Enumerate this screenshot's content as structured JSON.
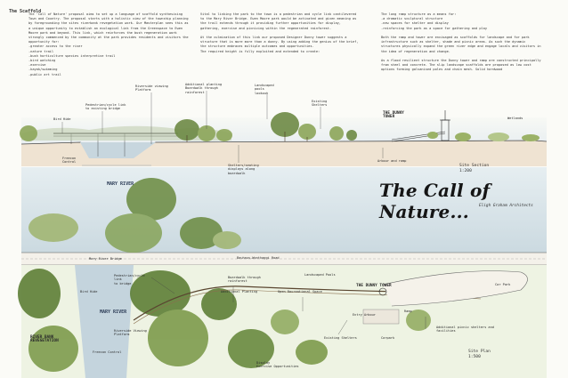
{
  "heading": "The Scaffold",
  "text": {
    "left": "The 'Call of Nature' proposal aims to set up a language of scaffold synthesising Town and Country. The proposal starts with a holistic view of the township planning by foregrounding the sites riverbank revegetation work. Our Masterplan sees this as a unique opportunity to establish an ecological link from the Greenspace to Ewen Moore park and beyond. This link, which reinforces the bush regeneration work strongly commenced by the community at the park provides residents and visitors the opportunity for:\n-greater access to the river\n-nature trail\n-bush horticulture species interpretive trail\n-bird watching\n-exercise\n-kayak/swimming\n-public art trail",
    "middle": "Vital to linking the park to the town is a pedestrian and cycle link cantilevered to the Mary River Bridge. Ewen Moore park would be activated and given meaning as the trail extends through it providing further opportunities for display, gathering, exercise and picnicing within the regenerated rainforest.\n\nAt the culmination of this link our proposed Designer Dunny tower suggests a structure that is more more than a dunny. By using adding the genius of the brief, the structure embraces multiple outcomes and opportunities.\nThe required height is fully exploited and extended to create:",
    "right": "The long ramp structure as a means for:\n-a dramatic sculptural structure\n-new spaces for shelter and display\n-reinforcing the park as a space for gathering and play\n\nBoth the ramp and tower are envisaged as scaffolds for landscape and for park infrastructure such as shelter, shade and picnic areas. As such the dynamic structures physically expand the green river edge and engage locals and visitors in the idea of regeneration and change.\n\nAs a flood resilient structure the Dunny tower and ramp are constructed principally from steel and concrete. The slip landscape scaffolds are proposed as low cost options forming galvanised poles and chain mesh. Solid hardwood"
  },
  "section_tags": {
    "bird_hide": "Bird Hide",
    "pedestrian_cycle": "Pedestrian/cycle link\nto existing bridge",
    "viewing_platform": "Riverside viewing\nPlatform",
    "additional_planting": "Additional planting\nBoardwalk through\nrainforest",
    "landscaped_pools": "Landscaped\npools\nlookout",
    "existing_shelters": "Existing\nShelters",
    "dunny_tower": "THE DUNNY\nTOWER",
    "wetlands": "Wetlands",
    "freecon_control": "Freecon\nControl",
    "shelters_seating": "Shelters/seating\ndisplays along\nboardwalk",
    "arbour_ramp": "Arbour and ramp",
    "mary_river": "MARY RIVER"
  },
  "site_section": {
    "label": "Site Section",
    "scale": "1:200"
  },
  "title": "The Call of Nature...",
  "architect": "Eligh Graham Architects",
  "plan_tags": {
    "mary_river_bridge": "Mary River Bridge",
    "road": "Bauhaus-Wonthaggi Road",
    "bird_hide": "Bird Hide",
    "pedestrian_link": "Pedestrian/cycle\nlink\nto bridge",
    "mary_river": "MARY RIVER",
    "river_bank": "RIVER BANK\nREVEGETATION",
    "freecon_control": "Freecon Control",
    "viewing_platform": "Riverside Viewing\nPlatform",
    "boardwalk": "Boardwalk through\nrainforest",
    "additional_planting": "Additional Planting",
    "landscaped_pools": "Landscaped Pools",
    "open_rec": "Open Recreational Space",
    "dunny_tower": "THE DUNNY TOWER",
    "car_park_top": "Car Park",
    "entry_arbour": "Entry Arbour",
    "ramp": "Ramp",
    "existing_shelters": "Existing Shelters",
    "carpark": "Carpark",
    "additional_picnic": "Additional picnic shelters and\nfacilities",
    "display": "Display\nExercise Opportunities"
  },
  "site_plan": {
    "label": "Site Plan",
    "scale": "1:500"
  },
  "colors": {
    "sky_wash": "#dde7ef",
    "river": "#b9cbd6",
    "tree_dark": "#56733a",
    "tree_light": "#9bb267",
    "earth": "#a07a52",
    "water_blue": "#7f9fb4"
  }
}
